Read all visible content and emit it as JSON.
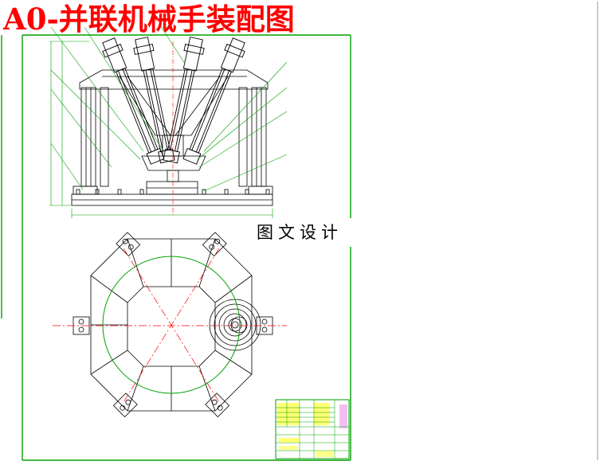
{
  "drawing": {
    "title": "A0-并联机械手装配图",
    "watermark": "图文设计"
  },
  "colors": {
    "background": "#ffffff",
    "frame_green": "#00a000",
    "lines_black": "#000000",
    "centerline_red": "#ff0000",
    "title_red": "#ff0000",
    "title_block_yellow": "#ffff00",
    "dimension_magenta": "#cc00cc"
  },
  "views": [
    "front-elevation-view",
    "top-plan-view"
  ],
  "title_block": {
    "cells": "title-block-grid"
  }
}
